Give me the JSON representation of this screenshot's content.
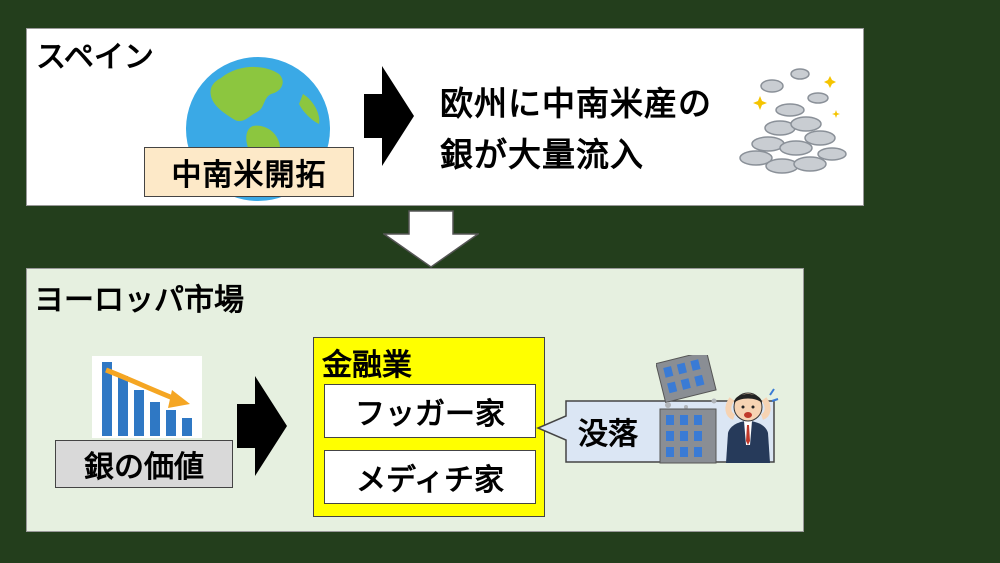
{
  "spain": {
    "title": "スペイン",
    "colony_label": "中南米開拓",
    "silver_line1": "欧州に中南米産の",
    "silver_line2": "銀が大量流入",
    "icons": [
      "globe-icon",
      "right-arrow-icon",
      "silver-coins-icon"
    ]
  },
  "europe": {
    "title": "ヨーロッパ市場",
    "value_label": "銀の価値",
    "finance": {
      "title": "金融業",
      "families": [
        "フッガー家",
        "メディチ家"
      ]
    },
    "decline_label": "没落",
    "icons": [
      "declining-chart-icon",
      "right-arrow-icon",
      "collapsing-building-icon",
      "distressed-businessman-icon"
    ]
  },
  "colors": {
    "background": "#233e1c",
    "top_panel": "#ffffff",
    "bottom_panel": "#e6f0e0",
    "colony_label_fill": "#fde9c8",
    "value_label_fill": "#d9d9d9",
    "finance_fill": "#ffff00",
    "decline_fill": "#dbe6f4"
  }
}
